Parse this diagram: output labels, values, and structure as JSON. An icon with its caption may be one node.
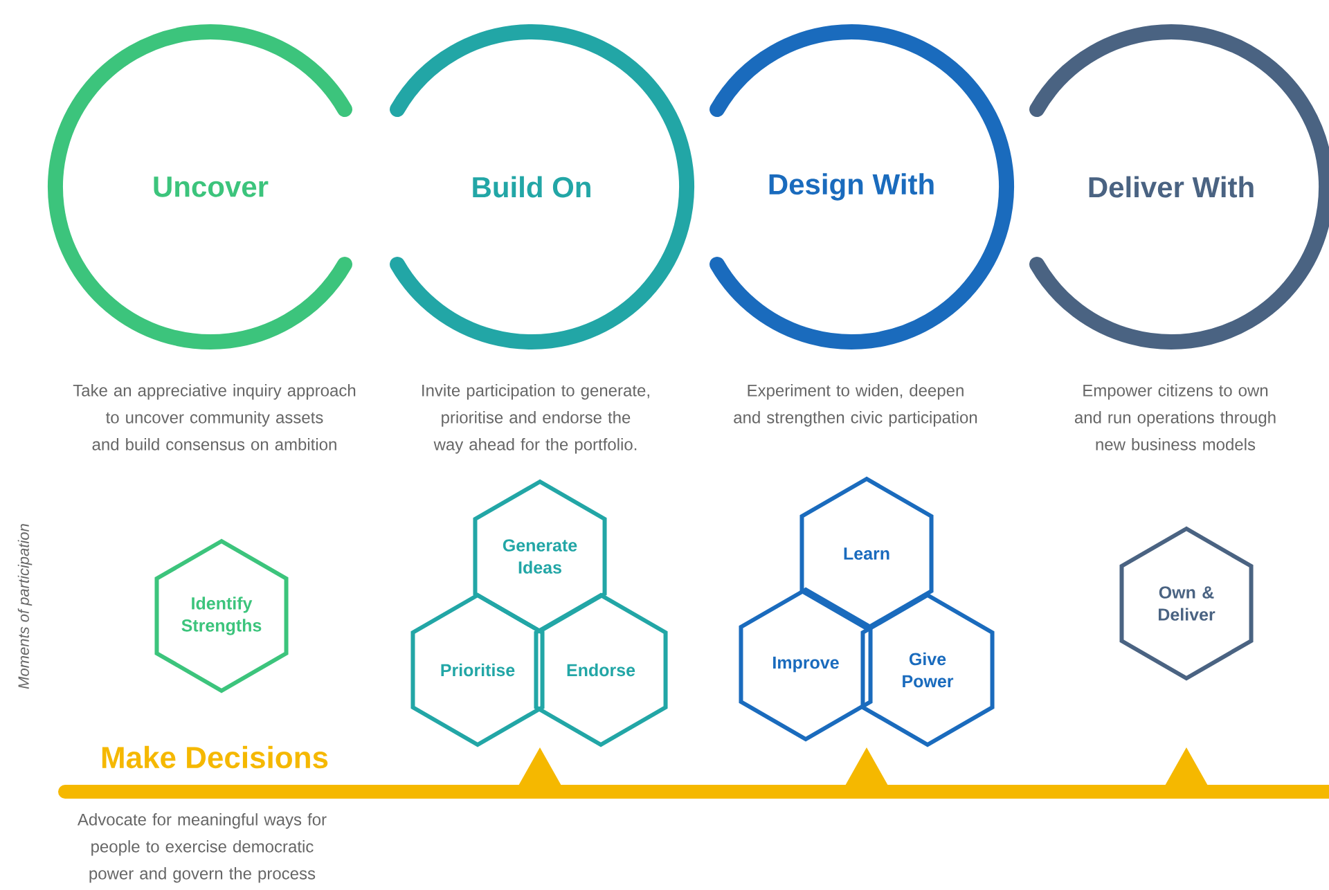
{
  "diagram": {
    "nodes": [
      {
        "text": [
          "Uncover"
        ],
        "beside": [
          "Take an appreciative inquiry approach to uncover community assets and build consensus on ambition"
        ]
      },
      {
        "text": [
          "Build On"
        ],
        "beside": [
          "Invite participation to generate, prioritise and endorse the way ahead for the portfolio."
        ]
      },
      {
        "text": [
          "Design With"
        ],
        "beside": [
          "Experiment to widen, deepen and strengthen civic participation"
        ]
      },
      {
        "text": [
          "Deliver With"
        ],
        "beside": [
          "Empower citizens to own and run operations through new business models"
        ]
      },
      {
        "text": [
          "Identify Strengths"
        ]
      },
      {
        "text": [
          "Generate Ideas"
        ]
      },
      {
        "text": [
          "Prioritise"
        ]
      },
      {
        "text": [
          "Endorse"
        ]
      },
      {
        "text": [
          "Learn"
        ]
      },
      {
        "text": [
          "Improve"
        ]
      },
      {
        "text": [
          "Give Power"
        ]
      },
      {
        "text": [
          "Own & Deliver"
        ]
      }
    ],
    "labels": [
      "Moments of participation",
      "Make Decisions",
      "Advocate for meaningful ways for people to exercise democratic power and govern the process"
    ]
  }
}
